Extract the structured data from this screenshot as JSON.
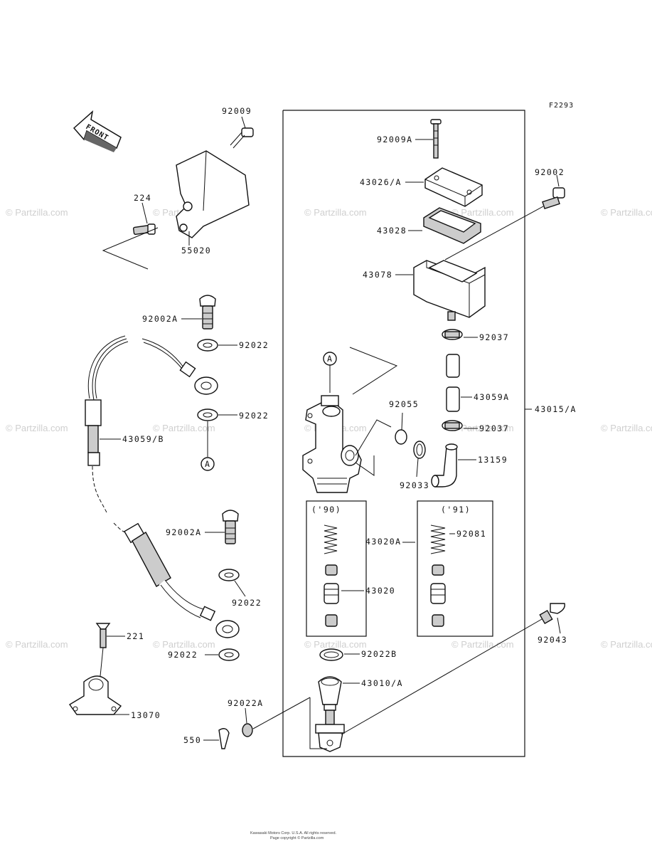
{
  "figure_code": "F2293",
  "front_label": "FRONT",
  "watermark": "© Partzilla.com",
  "footer": {
    "line1": "Kawasaki Motors Corp. U.S.A. All rights reserved.",
    "line2": "Page copyright © Partzilla.com"
  },
  "callouts": {
    "p92009": "92009",
    "p224": "224",
    "p55020": "55020",
    "p92009A": "92009A",
    "p43026A": "43026/A",
    "p43028": "43028",
    "p43078": "43078",
    "p92002": "92002",
    "p92002A_top": "92002A",
    "p92022_1": "92022",
    "p92022_2": "92022",
    "p43059B": "43059/B",
    "p92037_1": "92037",
    "p43059A": "43059A",
    "p92037_2": "92037",
    "p43015A": "43015/A",
    "p92055": "92055",
    "p13159": "13159",
    "p92033": "92033",
    "p92002A_mid": "92002A",
    "p92022_3": "92022",
    "p43020A": "43020A",
    "p92081": "92081",
    "p43020": "43020",
    "p221": "221",
    "p92043": "92043",
    "p92022_4": "92022",
    "p92022B": "92022B",
    "p43010A": "43010/A",
    "p13070": "13070",
    "p92022A": "92022A",
    "p550": "550"
  },
  "ref_marks": {
    "a_top": "A",
    "a_bottom": "A"
  },
  "year_boxes": {
    "left": "('90)",
    "right": "('91)"
  }
}
